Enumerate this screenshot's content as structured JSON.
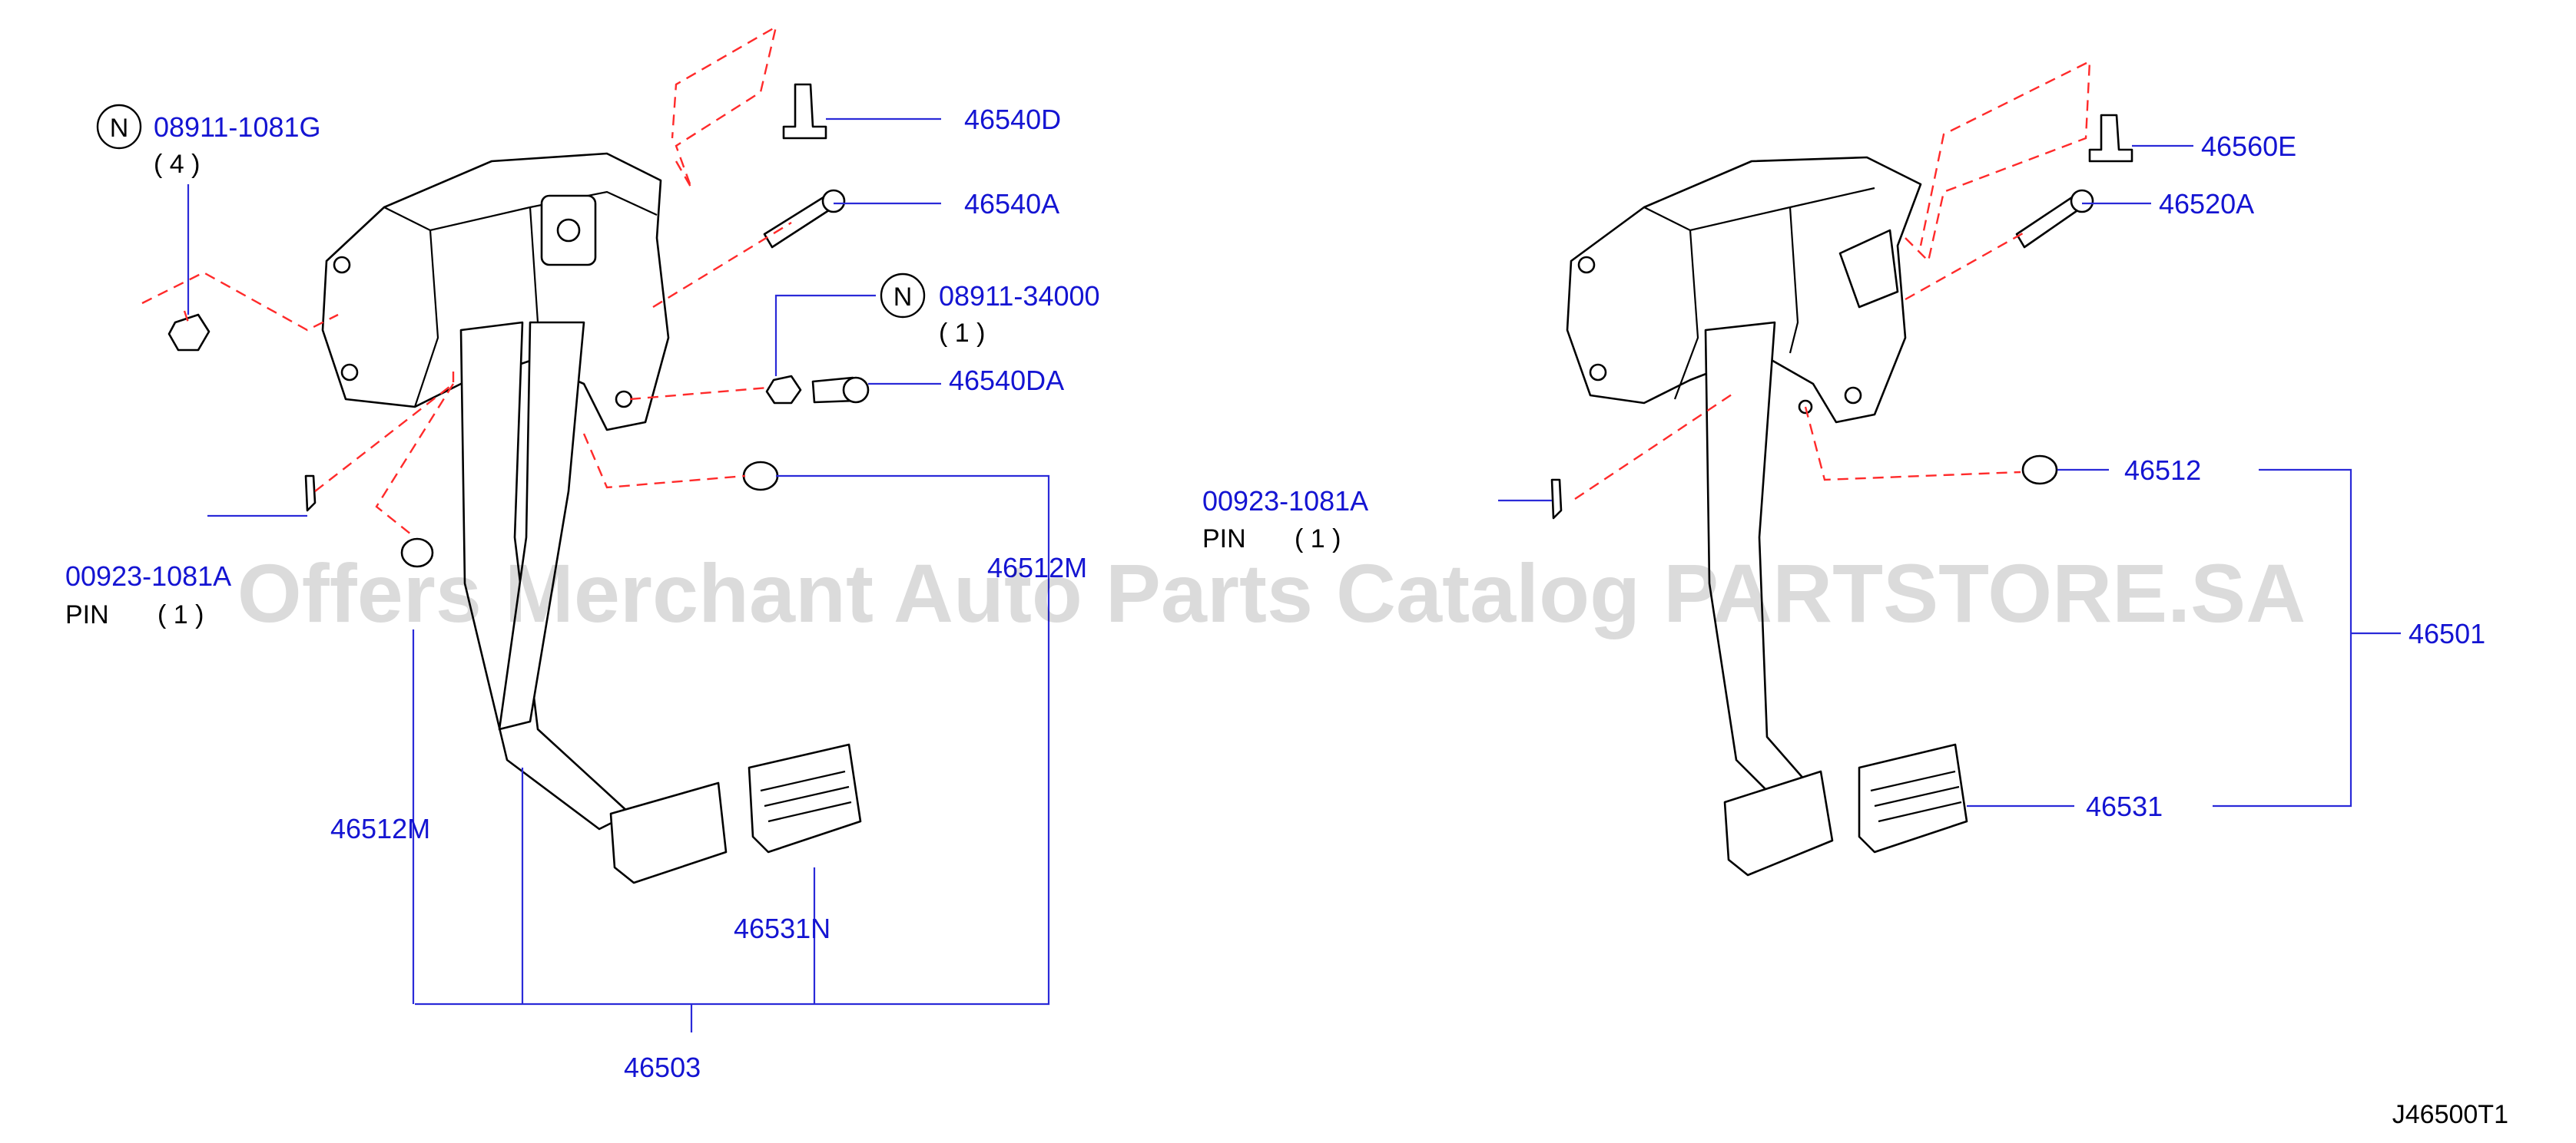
{
  "diagram": {
    "code": "J46500T1",
    "watermark": "Offers Merchant Auto Parts Catalog PARTSTORE.SA",
    "left": {
      "n_badge_1": "N",
      "part_08911_1081g": "08911-1081G",
      "qty_08911_1081g": "( 4 )",
      "part_46540d": "46540D",
      "part_46540a": "46540A",
      "n_badge_2": "N",
      "part_08911_34000": "08911-34000",
      "qty_08911_34000": "( 1 )",
      "part_46540da": "46540DA",
      "part_46512m_right": "46512M",
      "part_00923_1081a": "00923-1081A",
      "pin_label": "PIN",
      "pin_qty": "( 1 )",
      "part_46512m_left": "46512M",
      "part_46531n": "46531N",
      "part_46503": "46503"
    },
    "right": {
      "part_46560e": "46560E",
      "part_46520a": "46520A",
      "part_00923_1081a": "00923-1081A",
      "pin_label": "PIN",
      "pin_qty": "( 1 )",
      "part_46512": "46512",
      "part_46501": "46501",
      "part_46531": "46531"
    }
  }
}
